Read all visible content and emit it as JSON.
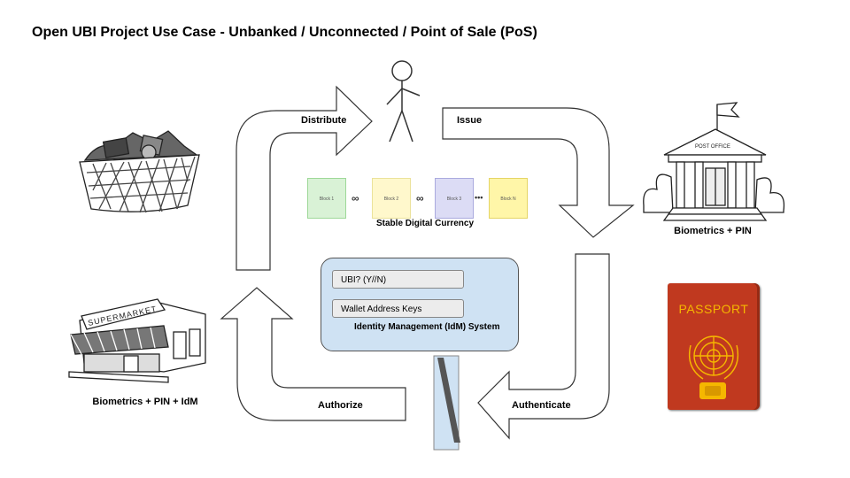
{
  "title": "Open UBI Project Use Case -  Unbanked / Unconnected / Point of Sale (PoS)",
  "arrows": {
    "distribute": "Distribute",
    "issue": "Issue",
    "authenticate": "Authenticate",
    "authorize": "Authorize"
  },
  "blockchain": {
    "blocks": [
      "Block 1",
      "Block 2",
      "Block 3",
      "Block N"
    ],
    "block_colors": [
      "#d9f2d6",
      "#fff8cc",
      "#dcdcf5",
      "#fff6a8"
    ],
    "block_borders": [
      "#9ed898",
      "#ebe29a",
      "#aaaade",
      "#e5d565"
    ],
    "ellipsis": "•••",
    "label": "Stable Digital Currency"
  },
  "idm": {
    "field1": "UBI? (Y//N)",
    "field2": "Wallet Address Keys",
    "label": "Identity Management (IdM) System"
  },
  "post_office": {
    "sign": "POST OFFICE",
    "caption": "Biometrics + PIN"
  },
  "passport": {
    "text": "PASSPORT"
  },
  "supermarket": {
    "sign": "SUPERMARKET",
    "caption": "Biometrics + PIN + IdM"
  },
  "icons": [
    "person-icon",
    "shopping-basket-icon",
    "post-office-icon",
    "passport-icon",
    "supermarket-icon",
    "card-reader-icon",
    "chain-link-icon"
  ]
}
